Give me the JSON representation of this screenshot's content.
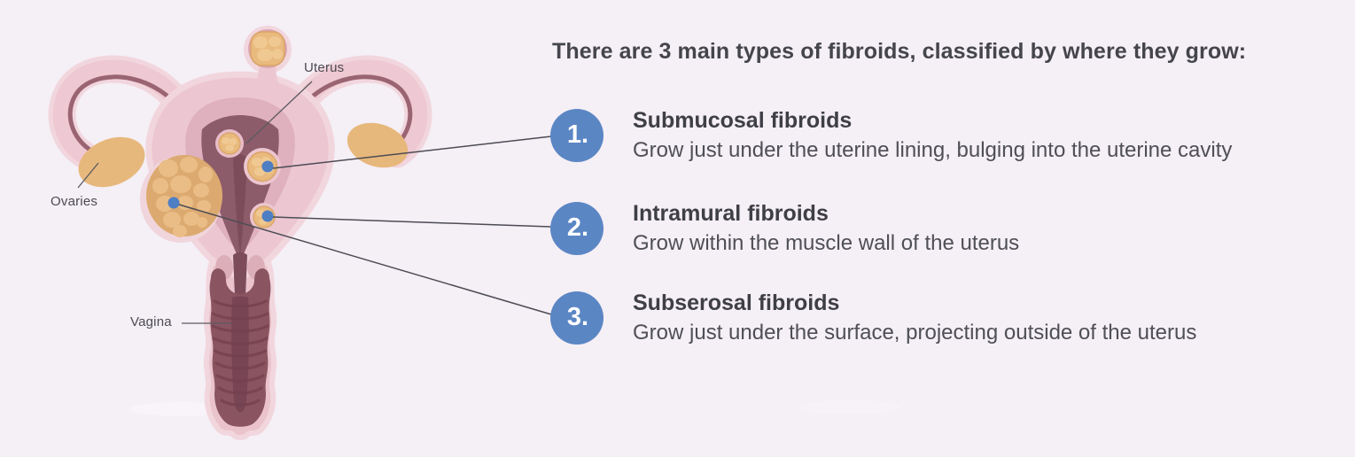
{
  "title": "There are 3 main types of fibroids, classified by where they grow:",
  "anatomy": {
    "labels": {
      "uterus": "Uterus",
      "ovaries": "Ovaries",
      "vagina": "Vagina"
    }
  },
  "fibroid_types": [
    {
      "number": "1.",
      "name": "Submucosal fibroids",
      "description": "Grow just under the uterine lining, bulging into the uterine cavity"
    },
    {
      "number": "2.",
      "name": "Intramural fibroids",
      "description": "Grow within the muscle wall of the uterus"
    },
    {
      "number": "3.",
      "name": "Subserosal fibroids",
      "description": "Grow just under the surface, projecting outside of the uterus"
    }
  ],
  "colors": {
    "background": "#f5eff6",
    "accent_blue": "#5b86c4",
    "marker_blue": "#4e7ec3",
    "text_dark": "#3f3f46",
    "text_medium": "#4f4f56",
    "line_gray": "#4c4c54"
  }
}
